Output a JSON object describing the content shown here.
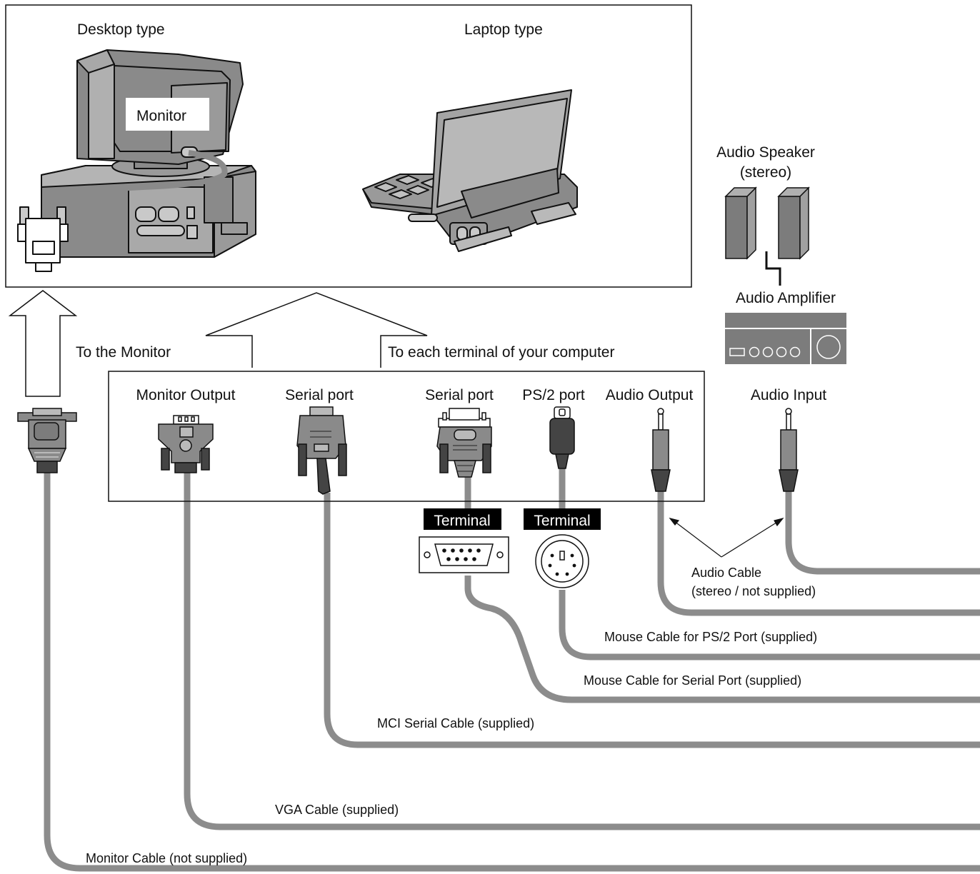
{
  "computers": {
    "desktop_label": "Desktop type",
    "laptop_label": "Laptop type",
    "monitor_label": "Monitor"
  },
  "arrows": {
    "to_monitor": "To the Monitor",
    "to_terminals": "To each terminal of your computer"
  },
  "audio_devices": {
    "speaker_label_line1": "Audio Speaker",
    "speaker_label_line2": "(stereo)",
    "amplifier_label": "Audio Amplifier"
  },
  "ports": [
    {
      "label": "Monitor Output"
    },
    {
      "label": "Serial port"
    },
    {
      "label": "Serial port"
    },
    {
      "label": "PS/2 port"
    },
    {
      "label": "Audio Output"
    },
    {
      "label": "Audio Input"
    }
  ],
  "terminals": {
    "serial_terminal_label": "Terminal",
    "ps2_terminal_label": "Terminal"
  },
  "cables": {
    "audio_cable_line1": "Audio Cable",
    "audio_cable_line2": "(stereo / not supplied)",
    "mouse_ps2": "Mouse Cable for PS/2 Port (supplied)",
    "mouse_serial": "Mouse Cable for Serial Port (supplied)",
    "mci_serial": "MCI Serial Cable (supplied)",
    "vga": "VGA Cable (supplied)",
    "monitor": "Monitor Cable (not supplied)"
  },
  "colors": {
    "cable": "#8c8c8c",
    "device_fill": "#8a8a8a",
    "device_light": "#b9b9b9",
    "terminal_badge": "#000000"
  }
}
